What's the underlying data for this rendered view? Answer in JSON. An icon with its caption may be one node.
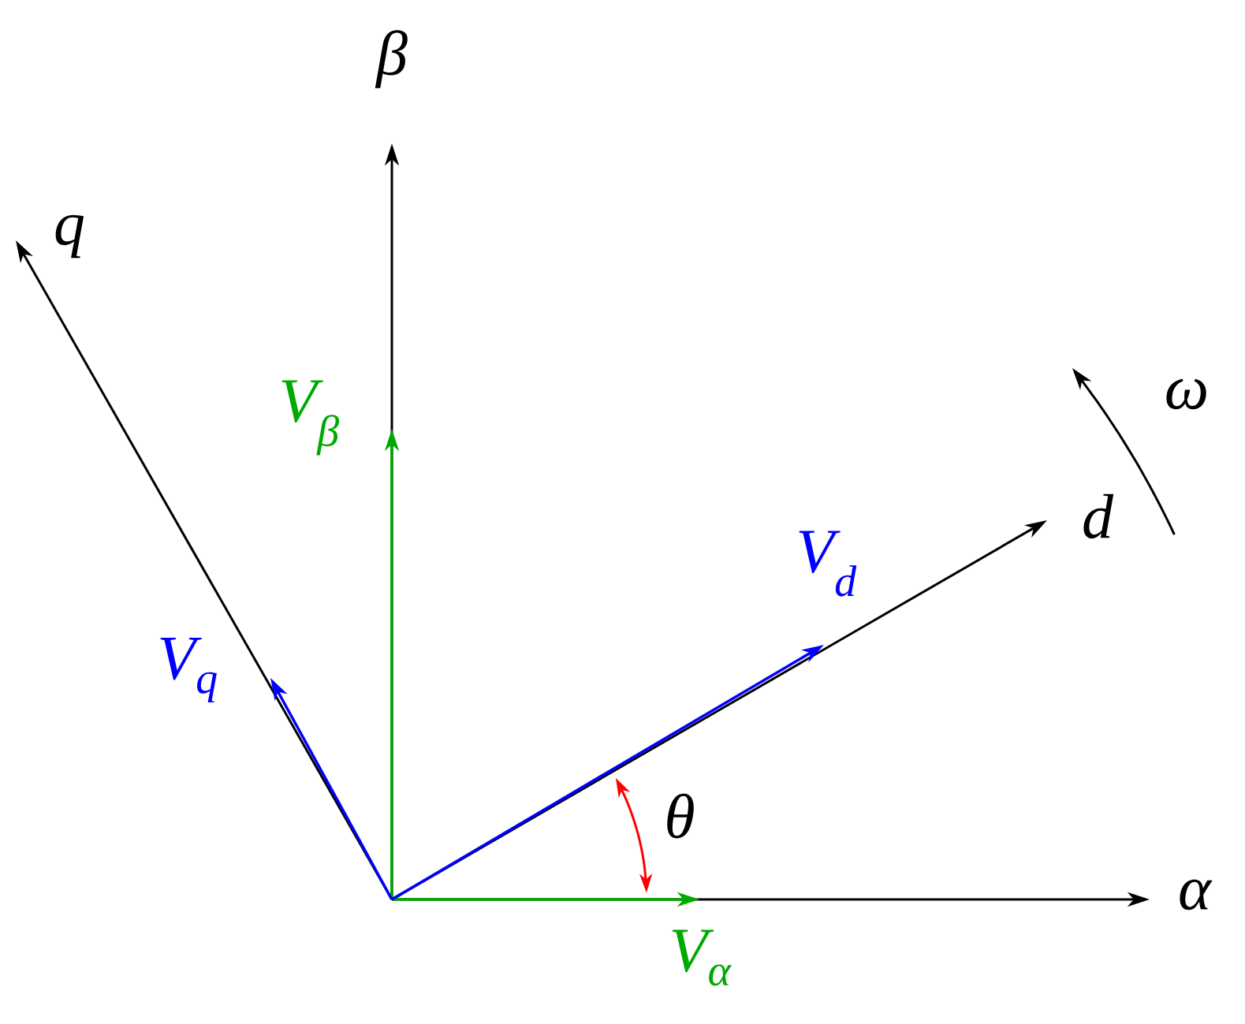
{
  "diagram": {
    "labels": [
      "β",
      "q",
      "ω",
      "V$_{β}$",
      "d",
      "V$_{d}$",
      "V$_{q}$",
      "θ",
      "α",
      "V$_{α}$"
    ]
  }
}
